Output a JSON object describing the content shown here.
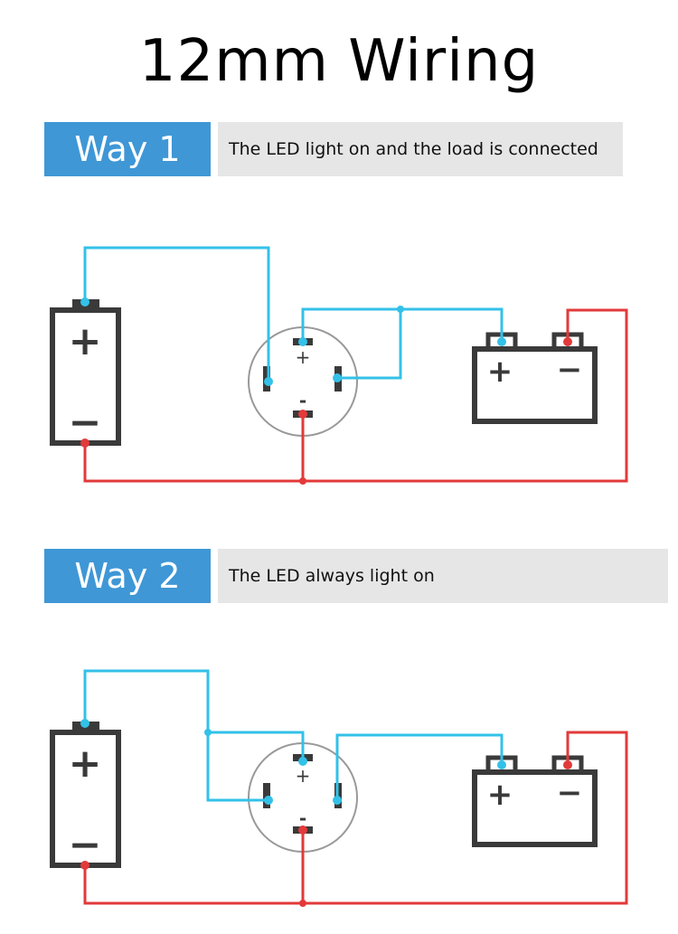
{
  "title": "12mm Wiring",
  "ways": [
    {
      "label": "Way 1",
      "description": "The LED light on and the load is connected"
    },
    {
      "label": "Way 2",
      "description": "The LED always light on"
    }
  ],
  "symbols": {
    "plus": "+",
    "minus": "−",
    "minus_small": "-"
  },
  "colors": {
    "accent": "#3f97d6",
    "wire_positive": "#e23a3a",
    "wire_signal": "#33c1e8",
    "outline": "#3a3a3a",
    "desc_background": "#e6e6e6"
  }
}
